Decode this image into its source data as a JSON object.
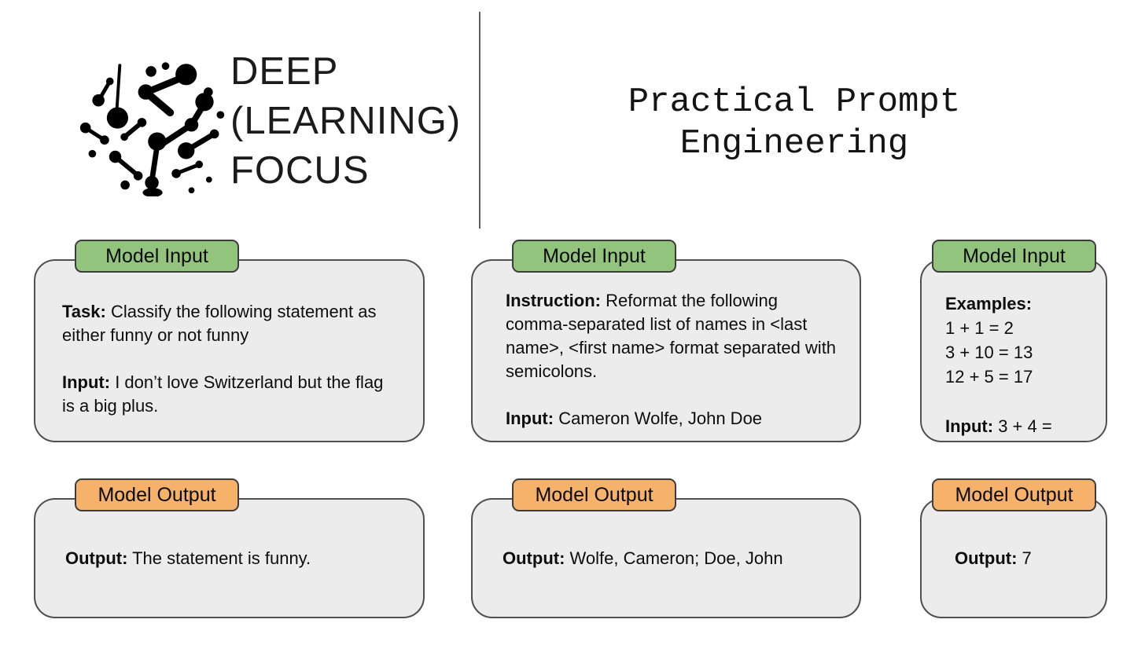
{
  "icons": {
    "logo": "network-dots-icon"
  },
  "colors": {
    "input_tab": "#93c47d",
    "output_tab": "#f6b26b",
    "card_bg": "#ececec",
    "card_border": "#505050",
    "logo": "#000000"
  },
  "brand": {
    "line1": "DEEP",
    "line2": "(LEARNING)",
    "line3": "FOCUS"
  },
  "title": {
    "line1": "Practical Prompt",
    "line2": "Engineering"
  },
  "labels": {
    "model_input": "Model Input",
    "model_output": "Model Output"
  },
  "columns": [
    {
      "input": {
        "task_label": "Task:",
        "task_text": " Classify the following statement as either funny or not funny",
        "input_label": "Input:",
        "input_text": " I don’t love Switzerland but the flag is a big plus."
      },
      "output": {
        "label": "Output:",
        "text": " The statement is funny."
      }
    },
    {
      "input": {
        "task_label": "Instruction:",
        "task_text": " Reformat the following comma-separated list of names in <last name>, <first name> format separated with semicolons.",
        "input_label": "Input:",
        "input_text": " Cameron Wolfe, John Doe"
      },
      "output": {
        "label": "Output:",
        "text": " Wolfe, Cameron; Doe, John"
      }
    },
    {
      "input": {
        "examples_label": "Examples:",
        "examples": [
          "1 + 1 = 2",
          "3 + 10 = 13",
          "12 + 5 = 17"
        ],
        "input_label": "Input:",
        "input_text": " 3 + 4 ="
      },
      "output": {
        "label": "Output:",
        "text": " 7"
      }
    }
  ]
}
